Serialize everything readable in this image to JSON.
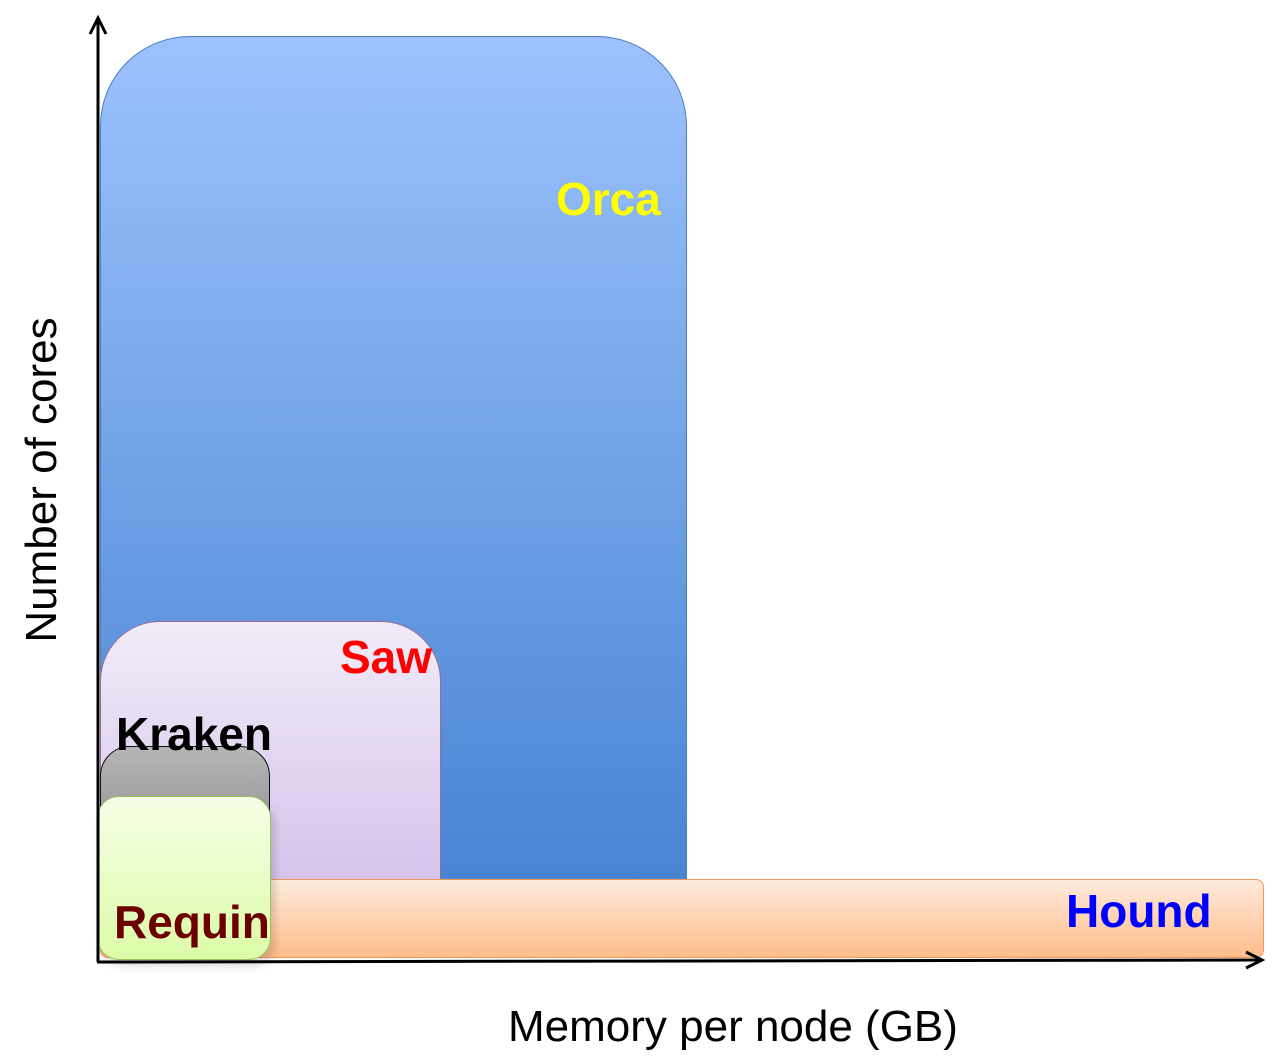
{
  "diagram": {
    "y_axis_label": "Number of cores",
    "x_axis_label": "Memory per node (GB)",
    "systems": {
      "orca": {
        "name": "Orca",
        "color": "#ffff00"
      },
      "saw": {
        "name": "Saw",
        "color": "#ff0000"
      },
      "kraken": {
        "name": "Kraken",
        "color": "#000000"
      },
      "requin": {
        "name": "Requin",
        "color": "#6b0000"
      },
      "hound": {
        "name": "Hound",
        "color": "#0000ff"
      }
    }
  }
}
